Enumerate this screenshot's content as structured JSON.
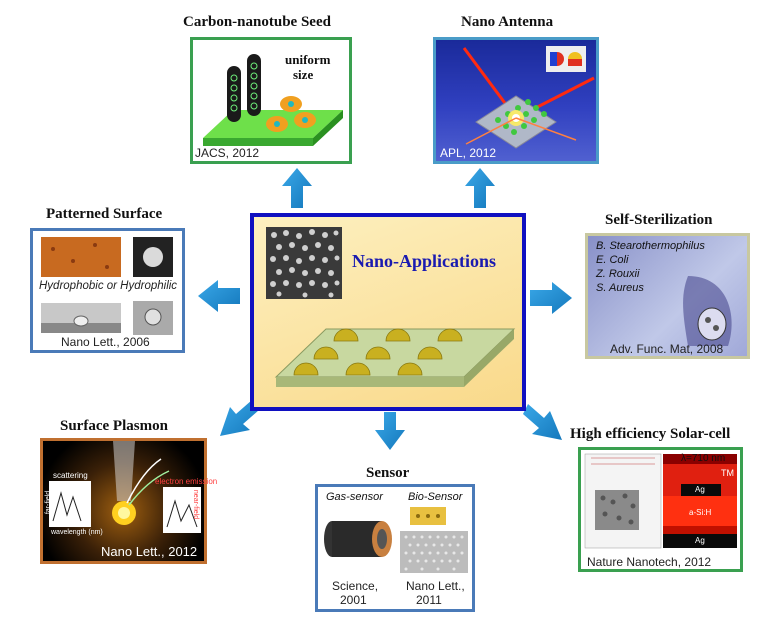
{
  "center": {
    "title": "Nano-Applications",
    "colors": {
      "border": "#1010c0",
      "fill": "#fde7a6",
      "title": "#1a1ab0"
    }
  },
  "panels": {
    "carbon": {
      "title": "Carbon-nanotube Seed",
      "label": "uniform size",
      "label_line1": "uniform",
      "label_line2": "size",
      "citation": "JACS, 2012",
      "border": "#3aa050"
    },
    "antenna": {
      "title": "Nano Antenna",
      "citation": "APL, 2012",
      "border": "#4a9cc8"
    },
    "patterned": {
      "title": "Patterned Surface",
      "label": "Hydrophobic or Hydrophilic",
      "citation": "Nano Lett., 2006",
      "border": "#4a7ab8"
    },
    "sterilization": {
      "title": "Self-Sterilization",
      "species": [
        "B. Stearothermophilus",
        "E. Coli",
        "Z. Rouxii",
        "S. Aureus"
      ],
      "citation": "Adv. Func. Mat, 2008",
      "border": "#c8c8a0"
    },
    "plasmon": {
      "title": "Surface Plasmon",
      "labels": [
        "scattering",
        "electron emission",
        "far-field",
        "near-field",
        "wavelength (nm)"
      ],
      "citation": "Nano Lett., 2012",
      "border": "#c07030"
    },
    "sensor": {
      "title": "Sensor",
      "gas": "Gas-sensor",
      "bio": "Bio-Sensor",
      "cite_left_1": "Science,",
      "cite_left_2": "2001",
      "cite_right_1": "Nano Lett.,",
      "cite_right_2": "2011",
      "border": "#4a7ab8"
    },
    "solar": {
      "title": "High efficiency Solar-cell",
      "lambda": "λ=710 nm",
      "tm": "TM",
      "ag": "Ag",
      "asih": "a-Si:H",
      "citation": "Nature Nanotech, 2012",
      "border": "#3aa050"
    }
  },
  "icons": [
    "arrow-up-icon",
    "arrow-left-icon",
    "arrow-right-icon",
    "arrow-down-icon",
    "arrow-diagonal-icon"
  ],
  "arrow_color": "#1e90d0"
}
